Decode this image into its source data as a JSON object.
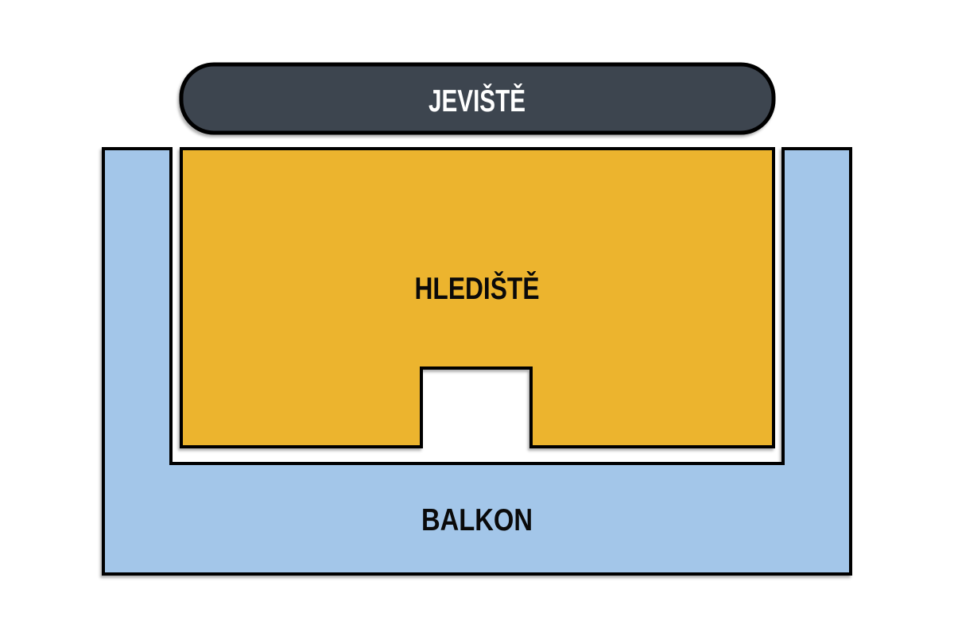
{
  "diagram": {
    "labels": {
      "stage": "JEVIŠTĚ",
      "auditorium": "HLEDIŠTĚ",
      "balcony": "BALKON"
    },
    "colors": {
      "stage_fill": "#3E4450",
      "stage_text": "#FFFFFF",
      "auditorium_fill": "#ECB42E",
      "balcony_fill": "#A3C6E9",
      "label_text": "#0A0A0A",
      "outline": "#000000",
      "background": "#FFFFFF"
    }
  }
}
